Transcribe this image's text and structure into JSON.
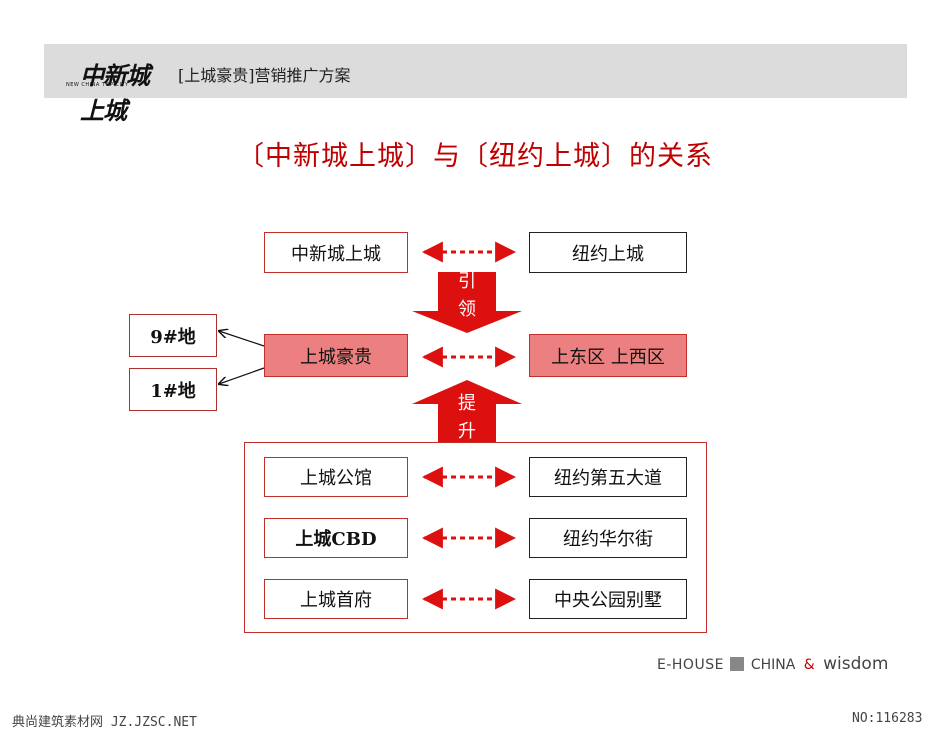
{
  "header": {
    "logo_text": "中新城上城",
    "logo_subtext": "NEW CHINA TOP CITY",
    "title": "[上城豪贵]营销推广方案"
  },
  "page_title": "〔中新城上城〕与〔纽约上城〕的关系",
  "top_row": {
    "left": "中新城上城",
    "right": "纽约上城"
  },
  "middle_row": {
    "left": "上城豪贵",
    "right": "上东区 上西区"
  },
  "arrow_down_label": [
    "引",
    "领"
  ],
  "arrow_up_label": [
    "提",
    "升"
  ],
  "side_boxes": [
    "9#地",
    "1#地"
  ],
  "group_rows": [
    {
      "left": "上城公馆",
      "right": "纽约第五大道"
    },
    {
      "left": "上城CBD",
      "right": "纽约华尔街"
    },
    {
      "left": "上城首府",
      "right": "中央公园别墅"
    }
  ],
  "brand": {
    "ehouse": "E-HOUSE",
    "china": "CHINA",
    "amp": "&",
    "wisdom": "wisdom"
  },
  "footer": {
    "left": "典尚建筑素材网 JZ.JZSC.NET",
    "right": "NO:116283"
  },
  "colors": {
    "accent_red": "#c00000",
    "fill_red": "#ec8080",
    "arrow_red": "#dd1010",
    "header_bg": "#dcdcdc"
  }
}
